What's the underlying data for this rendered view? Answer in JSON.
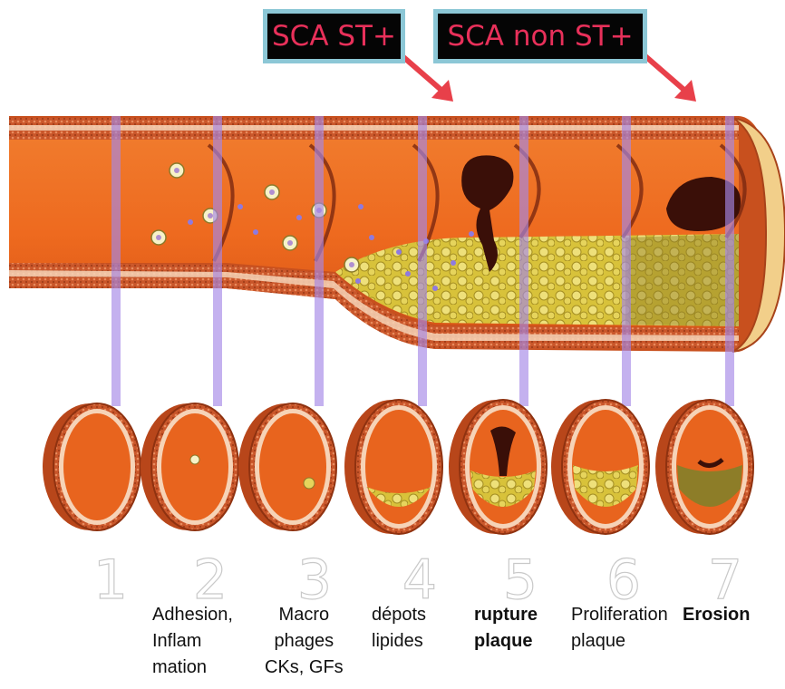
{
  "callouts": [
    {
      "text": "SCA ST+",
      "target_stage": 5
    },
    {
      "text": "SCA non ST+",
      "target_stage": 7
    }
  ],
  "stages": [
    {
      "number": "1",
      "label": [],
      "bold": false
    },
    {
      "number": "2",
      "label": [
        "Adhesion,",
        "Inflam",
        "mation"
      ],
      "bold": false
    },
    {
      "number": "3",
      "label": [
        "Macro",
        "phages",
        "CKs, GFs"
      ],
      "bold": false
    },
    {
      "number": "4",
      "label": [
        "dépots",
        "lipides"
      ],
      "bold": false
    },
    {
      "number": "5",
      "label": [
        "rupture",
        "plaque"
      ],
      "bold": true
    },
    {
      "number": "6",
      "label": [
        "Proliferation",
        "plaque"
      ],
      "bold": false
    },
    {
      "number": "7",
      "label": [
        "Erosion"
      ],
      "bold": true
    }
  ],
  "colors": {
    "artery_outer": "#c8501e",
    "artery_lumen": "#e8641e",
    "artery_wall_band": "#f6d3b7",
    "plaque": "#d8c23a",
    "plaque_dark": "#8d7d28",
    "thrombus": "#3a0f08",
    "connector": "#a487e6",
    "callout_border": "#8cc7d6",
    "callout_text": "#e8305a",
    "arrow": "#e8404a"
  }
}
